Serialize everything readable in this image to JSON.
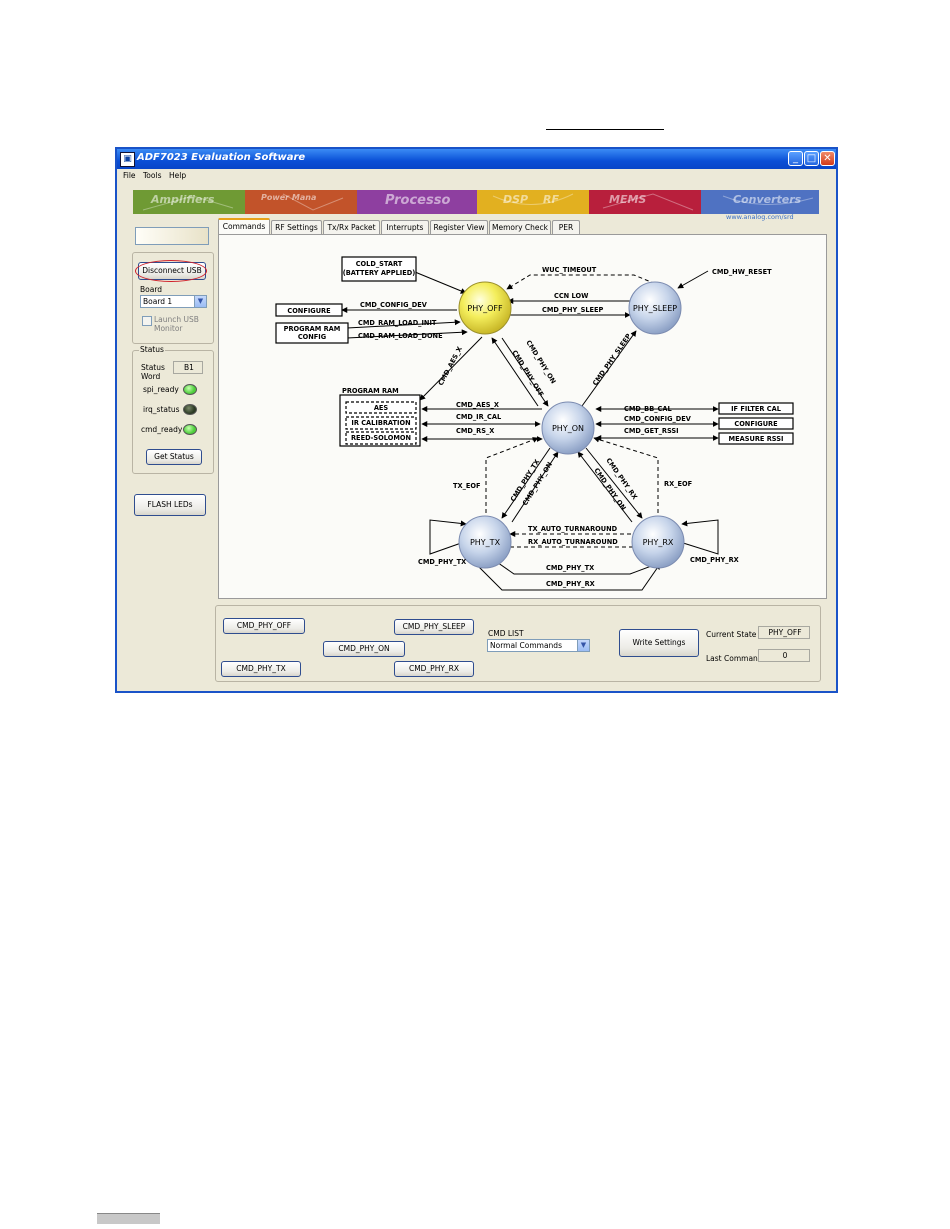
{
  "window": {
    "title": "ADF7023 Evaluation Software",
    "controls": {
      "minimize": "_",
      "maximize": "□",
      "close": "✕"
    }
  },
  "menu": [
    "File",
    "Tools",
    "Help"
  ],
  "banner": {
    "words": [
      "Amplifiers",
      "Power Mana",
      "Processo",
      "DSP",
      "RF",
      "MEMS",
      "Converters"
    ],
    "url": "www.analog.com/srd"
  },
  "sidebar": {
    "disconnect_label": "Disconnect USB",
    "board_label": "Board",
    "board_value": "Board 1",
    "launch_monitor_label": "Launch USB Monitor",
    "status_group": "Status",
    "status_word_label": "Status Word",
    "status_word_value": "B1",
    "spi_ready": "spi_ready",
    "irq_status": "irq_status",
    "cmd_ready": "cmd_ready",
    "get_status_label": "Get Status",
    "flash_leds_label": "FLASH LEDs",
    "led_colors": {
      "on": "#4ccd3a",
      "off": "#2c3b24"
    }
  },
  "tabs": [
    "Commands",
    "RF Settings",
    "Tx/Rx Packet",
    "Interrupts",
    "Register View",
    "Memory Check",
    "PER"
  ],
  "diagram": {
    "states": {
      "off": "PHY_OFF",
      "sleep": "PHY_SLEEP",
      "on": "PHY_ON",
      "tx": "PHY_TX",
      "rx": "PHY_RX"
    },
    "boxes": {
      "cold_start_1": "COLD_START",
      "cold_start_2": "(BATTERY APPLIED)",
      "configure_left": "CONFIGURE",
      "program_ram_cfg_1": "PROGRAM RAM",
      "program_ram_cfg_2": "CONFIG",
      "program_ram": "PROGRAM RAM",
      "aes": "AES",
      "ir_cal": "IR CALIBRATION",
      "reed_solomon": "REED-SOLOMON",
      "if_filter_cal": "IF FILTER CAL",
      "configure_right": "CONFIGURE",
      "measure_rssi": "MEASURE RSSI"
    },
    "edges": {
      "hw_reset": "CMD_HW_RESET",
      "wuc_timeout": "WUC_TIMEOUT",
      "ccn_low": "CCN LOW",
      "phy_sleep": "CMD_PHY_SLEEP",
      "config_dev_left": "CMD_CONFIG_DEV",
      "ram_load_init": "CMD_RAM_LOAD_INIT",
      "ram_load_done": "CMD_RAM_LOAD_DONE",
      "aes_x_diag": "CMD_AES_X",
      "phy_on_diag": "CMD_PHY_ON",
      "phy_off_diag": "CMD_PHY_OFF",
      "phy_sleep_diag": "CMD_PHY_SLEEP",
      "aes_x": "CMD_AES_X",
      "ir_cal_cmd": "CMD_IR_CAL",
      "rs_x": "CMD_RS_X",
      "bb_cal": "CMD_BB_CAL",
      "config_dev_right": "CMD_CONFIG_DEV",
      "get_rssi": "CMD_GET_RSSI",
      "tx_eof": "TX_EOF",
      "rx_eof": "RX_EOF",
      "phy_tx_diag": "CMD_PHY_TX",
      "phy_on_from_tx": "CMD_PHY_ON",
      "phy_rx_diag": "CMD_PHY_RX",
      "phy_on_from_rx": "CMD_PHY_ON",
      "tx_auto": "TX_AUTO_TURNAROUND",
      "rx_auto": "RX_AUTO_TURNAROUND",
      "phy_tx_self": "CMD_PHY_TX",
      "phy_rx_self": "CMD_PHY_RX",
      "phy_tx_bottom": "CMD_PHY_TX",
      "phy_rx_bottom": "CMD_PHY_RX"
    }
  },
  "commands": {
    "phy_off": "CMD_PHY_OFF",
    "phy_on": "CMD_PHY_ON",
    "phy_sleep": "CMD_PHY_SLEEP",
    "phy_tx": "CMD_PHY_TX",
    "phy_rx": "CMD_PHY_RX",
    "cmd_list_label": "CMD LIST",
    "cmd_list_value": "Normal Commands",
    "write_settings": "Write Settings",
    "current_state_label": "Current State",
    "current_state_value": "PHY_OFF",
    "last_command_label": "Last Command",
    "last_command_value": "0"
  }
}
